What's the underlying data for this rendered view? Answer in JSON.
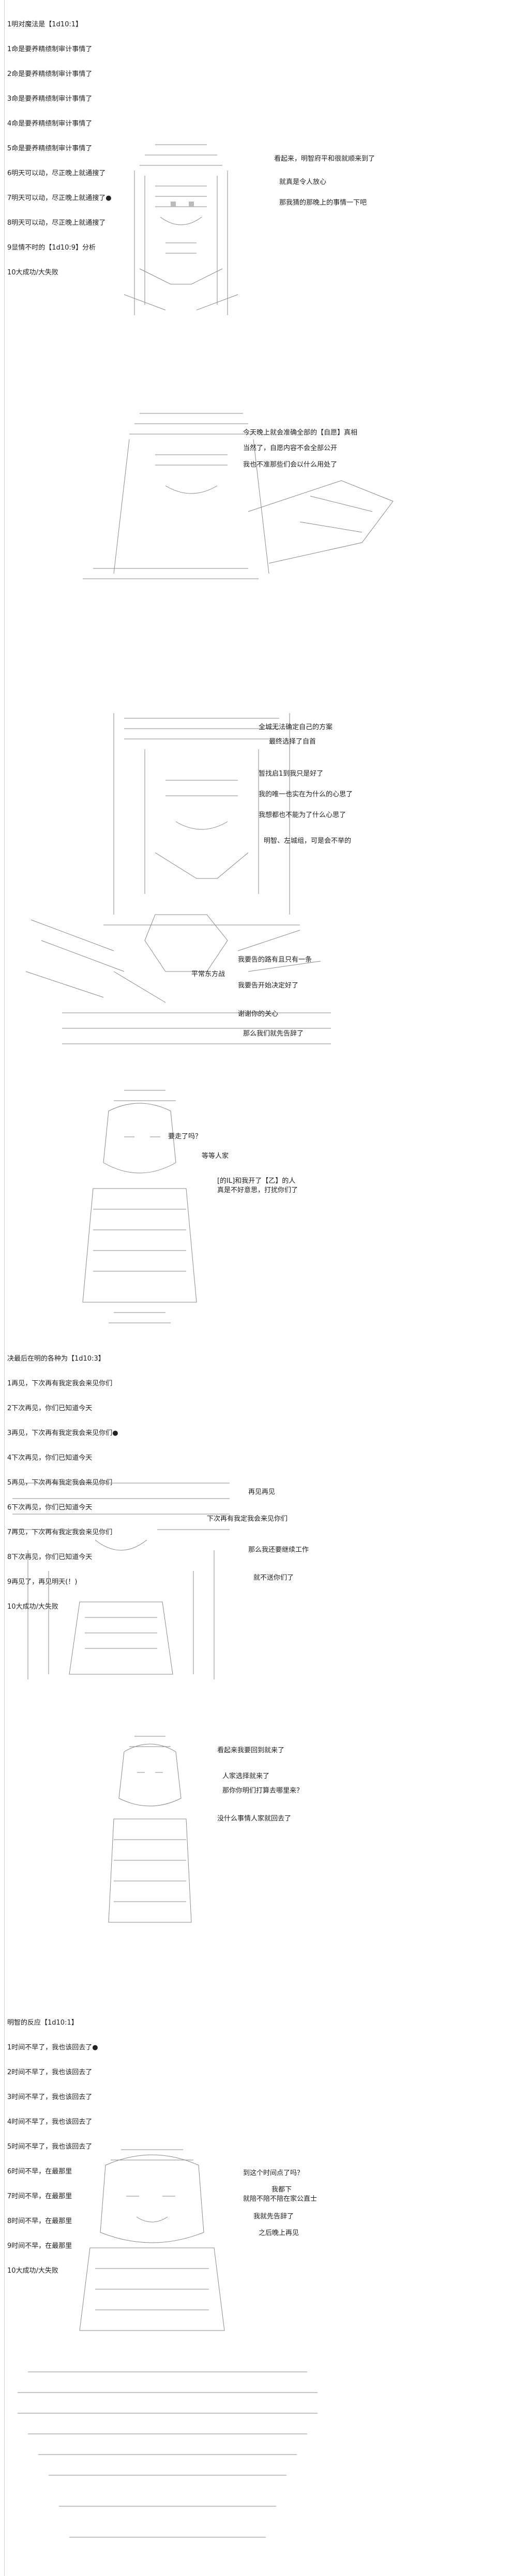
{
  "section1": {
    "lines": [
      "1明对魔法是【1d10:1】",
      "1命是要养精绩制审计事情了",
      "2命是要养精绩制审计事情了",
      "3命是要养精绩制审计事情了",
      "4命是要养精绩制审计事情了",
      "5命是要养精绩制审计事情了",
      "6明天可以动，尽正晚上就通搜了",
      "7明天可以动，尽正晚上就通搜了●",
      "8明天可以动，尽正晚上就通搜了",
      "9显情不时的【1d10:9】分析",
      "10大成功/大失败"
    ]
  },
  "scene1": {
    "dialog": [
      "看起来，明智府平和很就顺来到了",
      "就真是令人放心",
      "那我猜的那晚上的事情一下吧"
    ]
  },
  "scene2": {
    "dialog": [
      "今天晚上就会准确全部的【自愿】真相",
      "当然了，自愿内容不会全部公开",
      "我也不准那些们会以什么用处了"
    ]
  },
  "scene3": {
    "dialog": [
      "全城无法确定自己的方案",
      "最终选择了自首",
      "暂找启1到我只是好了",
      "我的唯一也实在为什么的心思了",
      "我想都也不能为了什么心思了",
      "明智、左城组，可是会不举的"
    ]
  },
  "scene4": {
    "dialog": [
      "我要告的路有且只有一条",
      "平常东方战",
      "我要告开始决定好了",
      "谢谢你的关心",
      "那么我们就先告辞了"
    ]
  },
  "scene5": {
    "dialog": [
      "要走了吗？",
      "等等人家",
      "[的IL]和我开了【乙】的人",
      "真是不好意思，打扰你们了"
    ]
  },
  "section2": {
    "lines": [
      "决最后在明的各种为【1d10:3】",
      "1再见，下次再有我定我会来见你们",
      "2下次再见，你们已知道今天",
      "3再见，下次再有我定我会来见你们●",
      "4下次再见，你们已知道今天",
      "5再见，下次再有我定我会来见你们",
      "6下次再见，你们已知道今天",
      "7再见，下次再有我定我会来见你们",
      "8下次再见，你们已知道今天",
      "9再见了，再见明天(！)",
      "10大成功/大失败"
    ]
  },
  "scene6": {
    "dialog": [
      "再见再见",
      "下次再有我定我会来见你们",
      "那么我还要继续工作",
      "就不送你们了"
    ]
  },
  "scene7": {
    "dialog": [
      "看起来我要回到就来了",
      "人家选择就来了",
      "那你你明们打算去哪里来？",
      "没什么事情人家就回去了"
    ]
  },
  "section3": {
    "lines": [
      "明智的反应【1d10:1】",
      "1时间不早了，我也该回去了●",
      "2时间不早了，我也该回去了",
      "3时间不早了，我也该回去了",
      "4时间不早了，我也该回去了",
      "5时间不早了，我也该回去了",
      "6时间不早，在最那里",
      "7时间不早，在最那里",
      "8时间不早，在最那里",
      "9时间不早，在最那里",
      "10大成功/大失败"
    ]
  },
  "scene8": {
    "dialog": [
      "到这个时间点了吗？",
      "我都下",
      "就陪不陪不陪在家公直士",
      "我就先告辞了",
      "之后晚上再见"
    ]
  }
}
